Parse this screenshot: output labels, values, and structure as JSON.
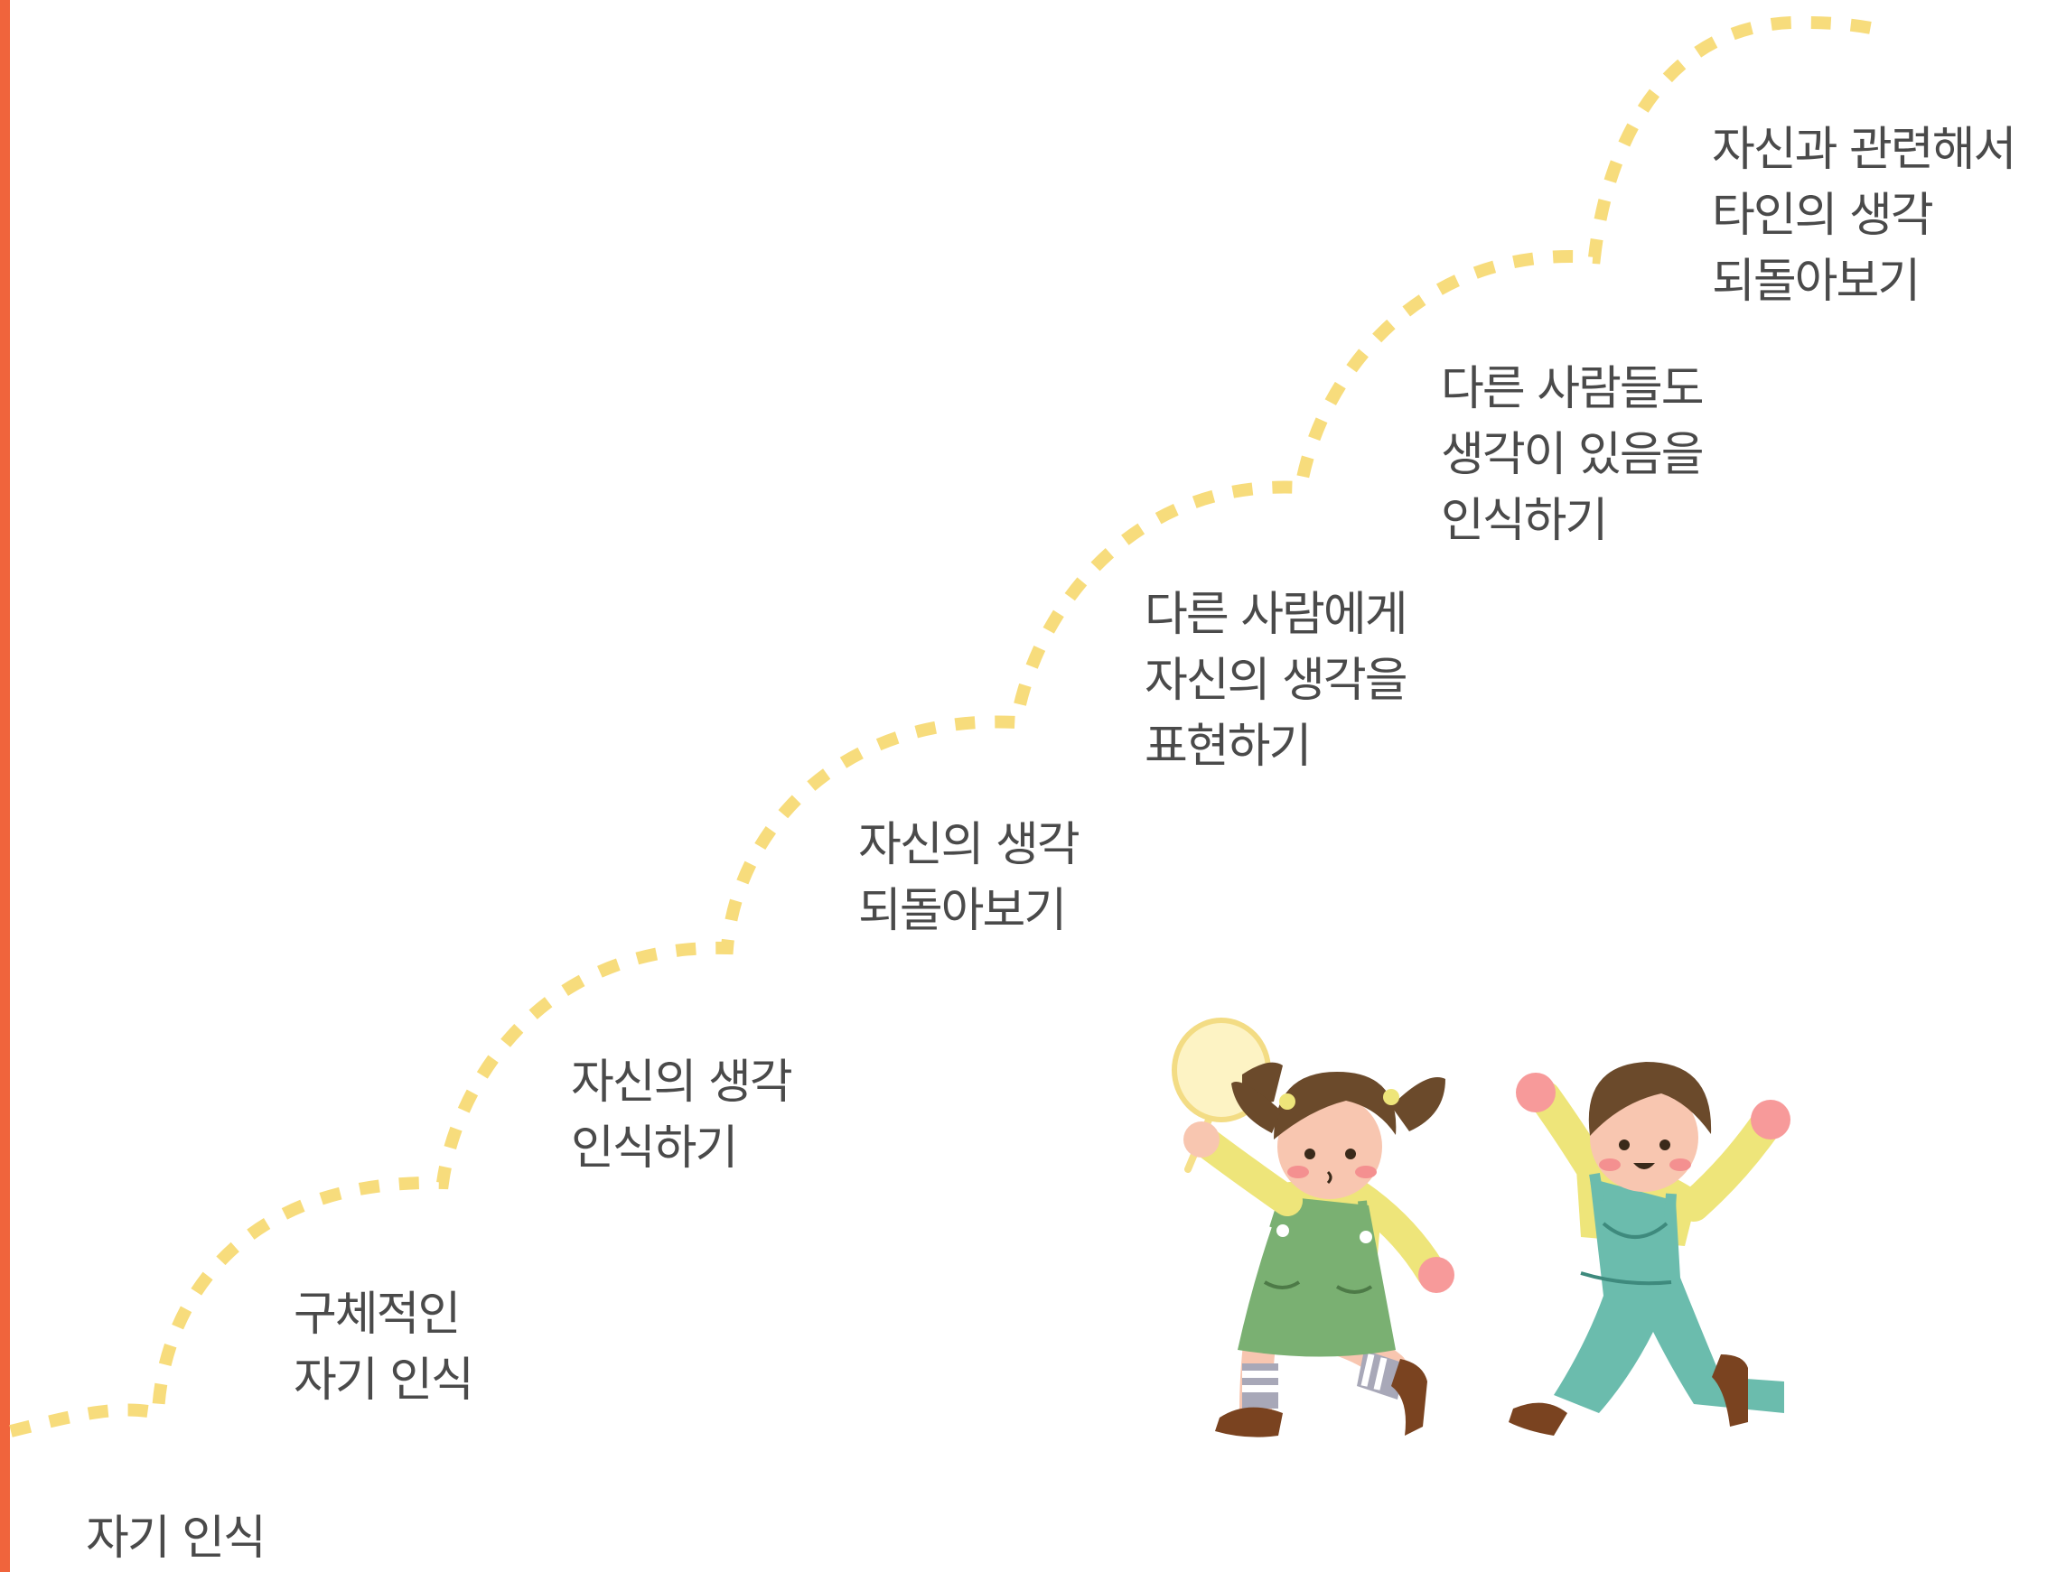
{
  "theme": {
    "accent_bar_color": "#f0643c",
    "path_color": "#f7dc7c",
    "text_color": "#4a4a4a"
  },
  "steps": [
    {
      "lines": [
        "자기 인식"
      ]
    },
    {
      "lines": [
        "구체적인",
        "자기 인식"
      ]
    },
    {
      "lines": [
        "자신의 생각",
        "인식하기"
      ]
    },
    {
      "lines": [
        "자신의 생각",
        "되돌아보기"
      ]
    },
    {
      "lines": [
        "다른 사람에게",
        "자신의 생각을",
        "표현하기"
      ]
    },
    {
      "lines": [
        "다른 사람들도",
        "생각이 있음을",
        "인식하기"
      ]
    },
    {
      "lines": [
        "자신과 관련해서",
        "타인의 생각",
        "되돌아보기"
      ]
    }
  ],
  "illustration": {
    "icon": "children-running-illustration"
  }
}
